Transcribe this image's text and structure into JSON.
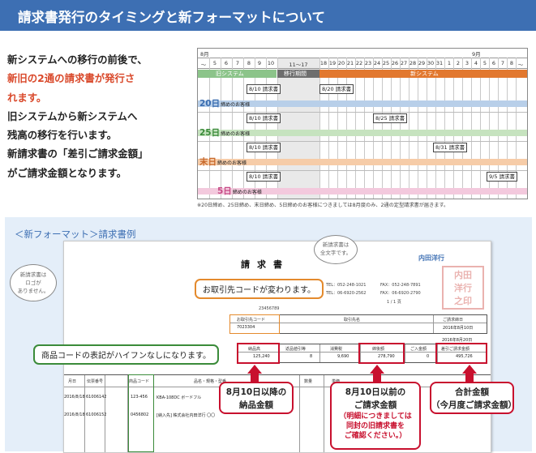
{
  "header": {
    "title": "請求書発行のタイミングと新フォーマットについて",
    "bg": "#3d6fb3"
  },
  "description": {
    "line1": "新システムへの移行の前後で、",
    "line2": "新旧の2通の請求書が発行さ",
    "line3": "れます。",
    "line4": "旧システムから新システムへ",
    "line5": "残高の移行を行います。",
    "line6": "新請求書の「差引ご請求金額」",
    "line7": "がご請求金額となります。",
    "accent": "#d9482a"
  },
  "timeline": {
    "month_aug": "8月",
    "month_sep": "9月",
    "days_left": [
      "～",
      "5",
      "6",
      "7",
      "8",
      "9",
      "10"
    ],
    "days_mid": "11～17",
    "days_right": [
      "18",
      "19",
      "20",
      "21",
      "22",
      "23",
      "24",
      "25",
      "26",
      "27",
      "28",
      "29",
      "30",
      "31",
      "1",
      "2",
      "3",
      "4",
      "5",
      "6",
      "7",
      "8",
      "～"
    ],
    "systems": {
      "old": "旧システム",
      "migration": "移行期間",
      "new": "新システム"
    },
    "rows": [
      {
        "day": "20日",
        "suffix": "締めのお客様",
        "old_invoice": "8/10 請求書",
        "new_invoice": "8/20 請求書"
      },
      {
        "day": "25日",
        "suffix": "締めのお客様",
        "old_invoice": "8/10 請求書",
        "new_invoice": "8/25 請求書"
      },
      {
        "day": "末日",
        "suffix": "締めのお客様",
        "old_invoice": "8/10 請求書",
        "new_invoice": "8/31 請求書"
      },
      {
        "day": "5日",
        "suffix": "締めのお客様",
        "old_invoice": "8/10 請求書",
        "new_invoice": "9/5 請求書"
      }
    ],
    "colors": {
      "old": "#8cc48a",
      "migration": "#6e6e6e",
      "new": "#e2782f"
    }
  },
  "note": "※20日締め、25日締め、末日締め、5日締めのお客様につきましては8月度のみ、2通の定型請求書が届きます。",
  "format_section": {
    "title": "＜新フォーマット＞請求書例",
    "invoice": {
      "title": "請求書",
      "brand": "内田洋行",
      "tel": "TEL：052-248-1021",
      "fax": "FAX：052-248-7891",
      "tel2": "TEL：06-6920-2562",
      "fax2": "FAX：06-6920-2790",
      "page": "1 / 1 頁",
      "code_label": "お取引先コード",
      "code_value": "7023304",
      "customer_no": "23456789",
      "trade_name_label": "取引先名",
      "billing_date_label": "ご請求締日",
      "billing_date": "2016年8月10日",
      "billing_date2": "2016年8月20日",
      "cols": [
        "納品高",
        "返品値引等",
        "消費税",
        "締後額",
        "ご入金額",
        "差引ご請求金額"
      ],
      "values": [
        "125,240",
        "8",
        "9,690",
        "278,790",
        "0",
        "495,726"
      ],
      "detail_cols": [
        "月日",
        "伝票番号",
        "商品コード",
        "品名・規格・型番",
        "数量",
        "単価",
        "金額"
      ],
      "dates": [
        "2016/8/18",
        "2016/8/18"
      ],
      "slips": [
        "61006142",
        "61006152"
      ],
      "codes": [
        "123-456",
        "0456802"
      ],
      "products": [
        "KBA-108DC ボードフル",
        "[納入先] 株式会社内田洋行 〇〇"
      ],
      "bubble_logo": "新請求書は\nロゴが\nありません。",
      "bubble_font": "新請求書は\n全文字です。",
      "callout_code": "お取引先コードが変わります。",
      "callout_product": "商品コードの表記がハイフンなしになります。",
      "box1": "8月10日以降の\n納品金額",
      "box2_title": "8月10日以前の\nご請求金額",
      "box2_sub": "（明細につきましては\n同封の旧請求書を\nご確認ください。）",
      "box3": "合計金額\n（今月度ご請求金額）"
    }
  }
}
